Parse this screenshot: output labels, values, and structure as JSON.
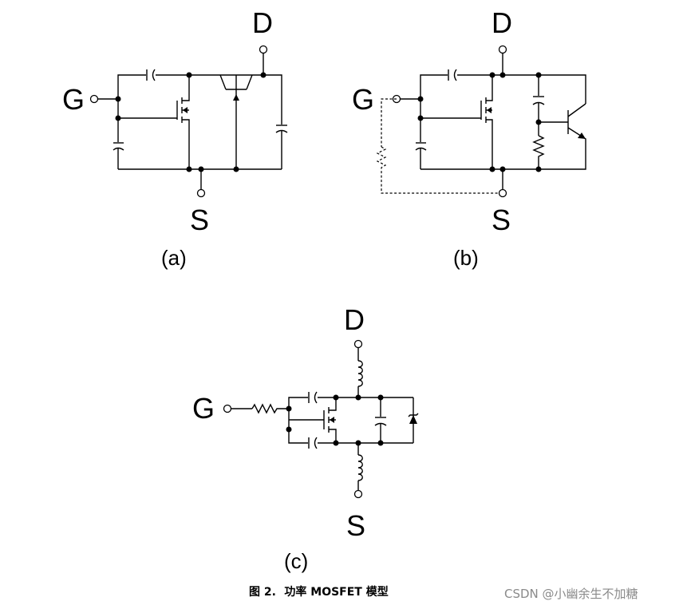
{
  "terminals": {
    "gate": "G",
    "drain": "D",
    "source": "S"
  },
  "subfigures": {
    "a": "(a)",
    "b": "(b)",
    "c": "(c)"
  },
  "caption": {
    "prefix": "图 2.",
    "text": "功率 MOSFET 模型"
  },
  "watermark": "CSDN @小幽余生不加糖"
}
